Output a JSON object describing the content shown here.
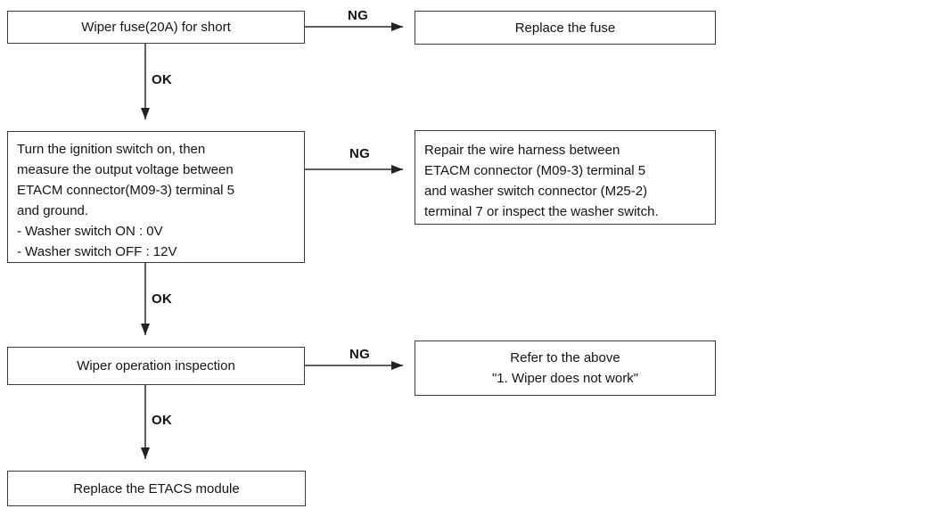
{
  "flowchart": {
    "edge_labels": {
      "ok": "OK",
      "ng": "NG"
    },
    "nodes": {
      "check_fuse": {
        "text": "Wiper fuse(20A) for short"
      },
      "replace_fuse": {
        "text": "Replace the fuse"
      },
      "voltage_check": {
        "lines": [
          "Turn the ignition switch on, then",
          "measure the output voltage between",
          "ETACM connector(M09-3) terminal 5",
          "and ground.",
          "- Washer switch ON : 0V",
          "- Washer switch OFF : 12V"
        ]
      },
      "repair_harness": {
        "lines": [
          "Repair the wire harness between",
          "ETACM connector (M09-3) terminal 5",
          "and washer switch connector (M25-2)",
          "terminal 7 or inspect the washer switch."
        ]
      },
      "wiper_inspection": {
        "text": "Wiper operation inspection"
      },
      "refer_above": {
        "lines": [
          "Refer to the above",
          "\"1. Wiper does not work\""
        ]
      },
      "replace_etacs": {
        "text": "Replace the ETACS module"
      }
    }
  }
}
